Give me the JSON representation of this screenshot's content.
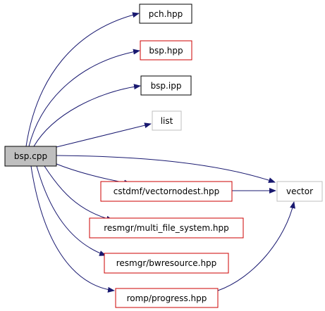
{
  "graph": {
    "source": {
      "label": "bsp.cpp",
      "fill": "#bfbfbf",
      "border": "#000000"
    },
    "targets": [
      {
        "id": "pch",
        "label": "pch.hpp",
        "border": "#000000"
      },
      {
        "id": "bsp-hpp",
        "label": "bsp.hpp",
        "border": "#cc0000"
      },
      {
        "id": "bsp-ipp",
        "label": "bsp.ipp",
        "border": "#000000"
      },
      {
        "id": "list",
        "label": "list",
        "border": "#bfbfbf"
      },
      {
        "id": "vector",
        "label": "vector",
        "border": "#bfbfbf"
      },
      {
        "id": "cstdmf",
        "label": "cstdmf/vectornodest.hpp",
        "border": "#cc0000"
      },
      {
        "id": "multifs",
        "label": "resmgr/multi_file_system.hpp",
        "border": "#cc0000"
      },
      {
        "id": "bwresource",
        "label": "resmgr/bwresource.hpp",
        "border": "#cc0000"
      },
      {
        "id": "progress",
        "label": "romp/progress.hpp",
        "border": "#cc0000"
      }
    ],
    "edges": [
      {
        "from": "bsp.cpp",
        "to": "pch.hpp"
      },
      {
        "from": "bsp.cpp",
        "to": "bsp.hpp"
      },
      {
        "from": "bsp.cpp",
        "to": "bsp.ipp"
      },
      {
        "from": "bsp.cpp",
        "to": "list"
      },
      {
        "from": "bsp.cpp",
        "to": "vector"
      },
      {
        "from": "bsp.cpp",
        "to": "cstdmf/vectornodest.hpp"
      },
      {
        "from": "bsp.cpp",
        "to": "resmgr/multi_file_system.hpp"
      },
      {
        "from": "bsp.cpp",
        "to": "resmgr/bwresource.hpp"
      },
      {
        "from": "bsp.cpp",
        "to": "romp/progress.hpp"
      },
      {
        "from": "cstdmf/vectornodest.hpp",
        "to": "vector"
      },
      {
        "from": "romp/progress.hpp",
        "to": "vector"
      }
    ],
    "edge_color": "#191970"
  }
}
